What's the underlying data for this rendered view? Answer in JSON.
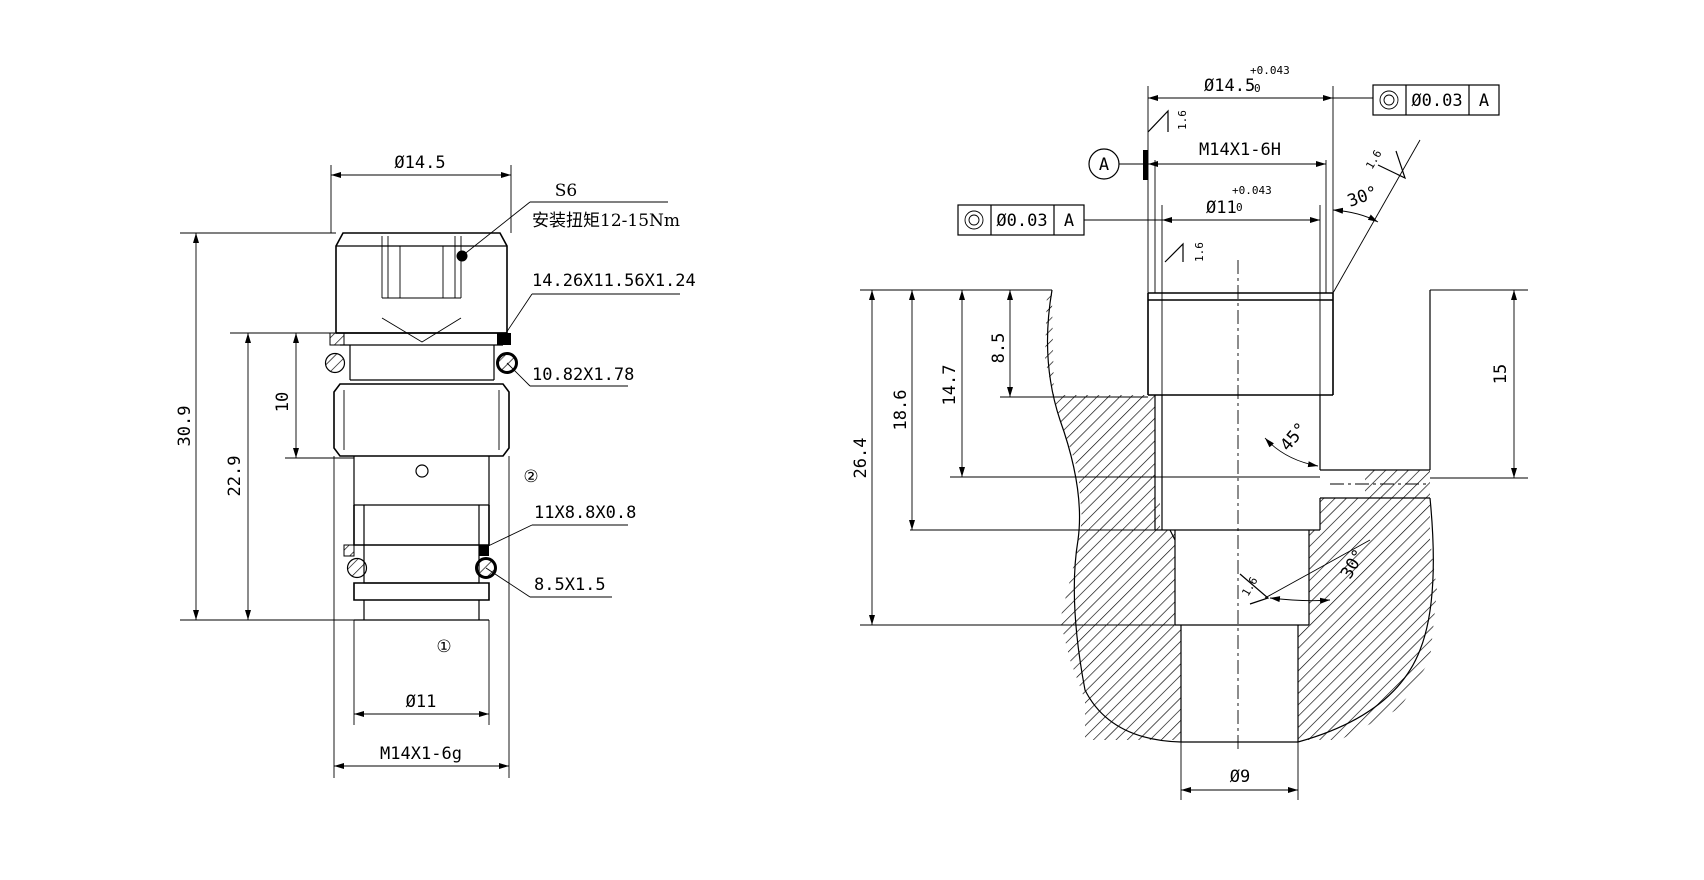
{
  "left_view": {
    "dia_top": "Ø14.5",
    "hex": "S6",
    "torque_note": "安装扭矩12-15Nm",
    "seal_1": "14.26X11.56X1.24",
    "seal_2": "10.82X1.78",
    "seal_3": "11X8.8X0.8",
    "seal_4": "8.5X1.5",
    "port_2": "②",
    "port_1": "①",
    "dim_total": "30.9",
    "dim_22": "22.9",
    "dim_10": "10",
    "dia_bottom": "Ø11",
    "thread": "M14X1-6g"
  },
  "right_view": {
    "dia_bore": "Ø14.5",
    "tol_bore_upper": "+0.043",
    "tol_bore_lower": "0",
    "thread": "M14X1-6H",
    "dia_mid": "Ø11",
    "tol_mid_upper": "+0.043",
    "tol_mid_lower": "0",
    "datum": "A",
    "fcf_top_tol": "Ø0.03",
    "fcf_top_datum": "A",
    "fcf_left_tol": "Ø0.03",
    "fcf_left_datum": "A",
    "rough_1": "1.6",
    "rough_2": "1.6",
    "rough_3": "1.6",
    "rough_4": "1.6",
    "angle_30_top": "30°",
    "angle_45": "45°",
    "angle_30_bottom": "30°",
    "dim_26": "26.4",
    "dim_18": "18.6",
    "dim_14": "14.7",
    "dim_8": "8.5",
    "dim_15": "15",
    "dia_bottom": "Ø9"
  }
}
